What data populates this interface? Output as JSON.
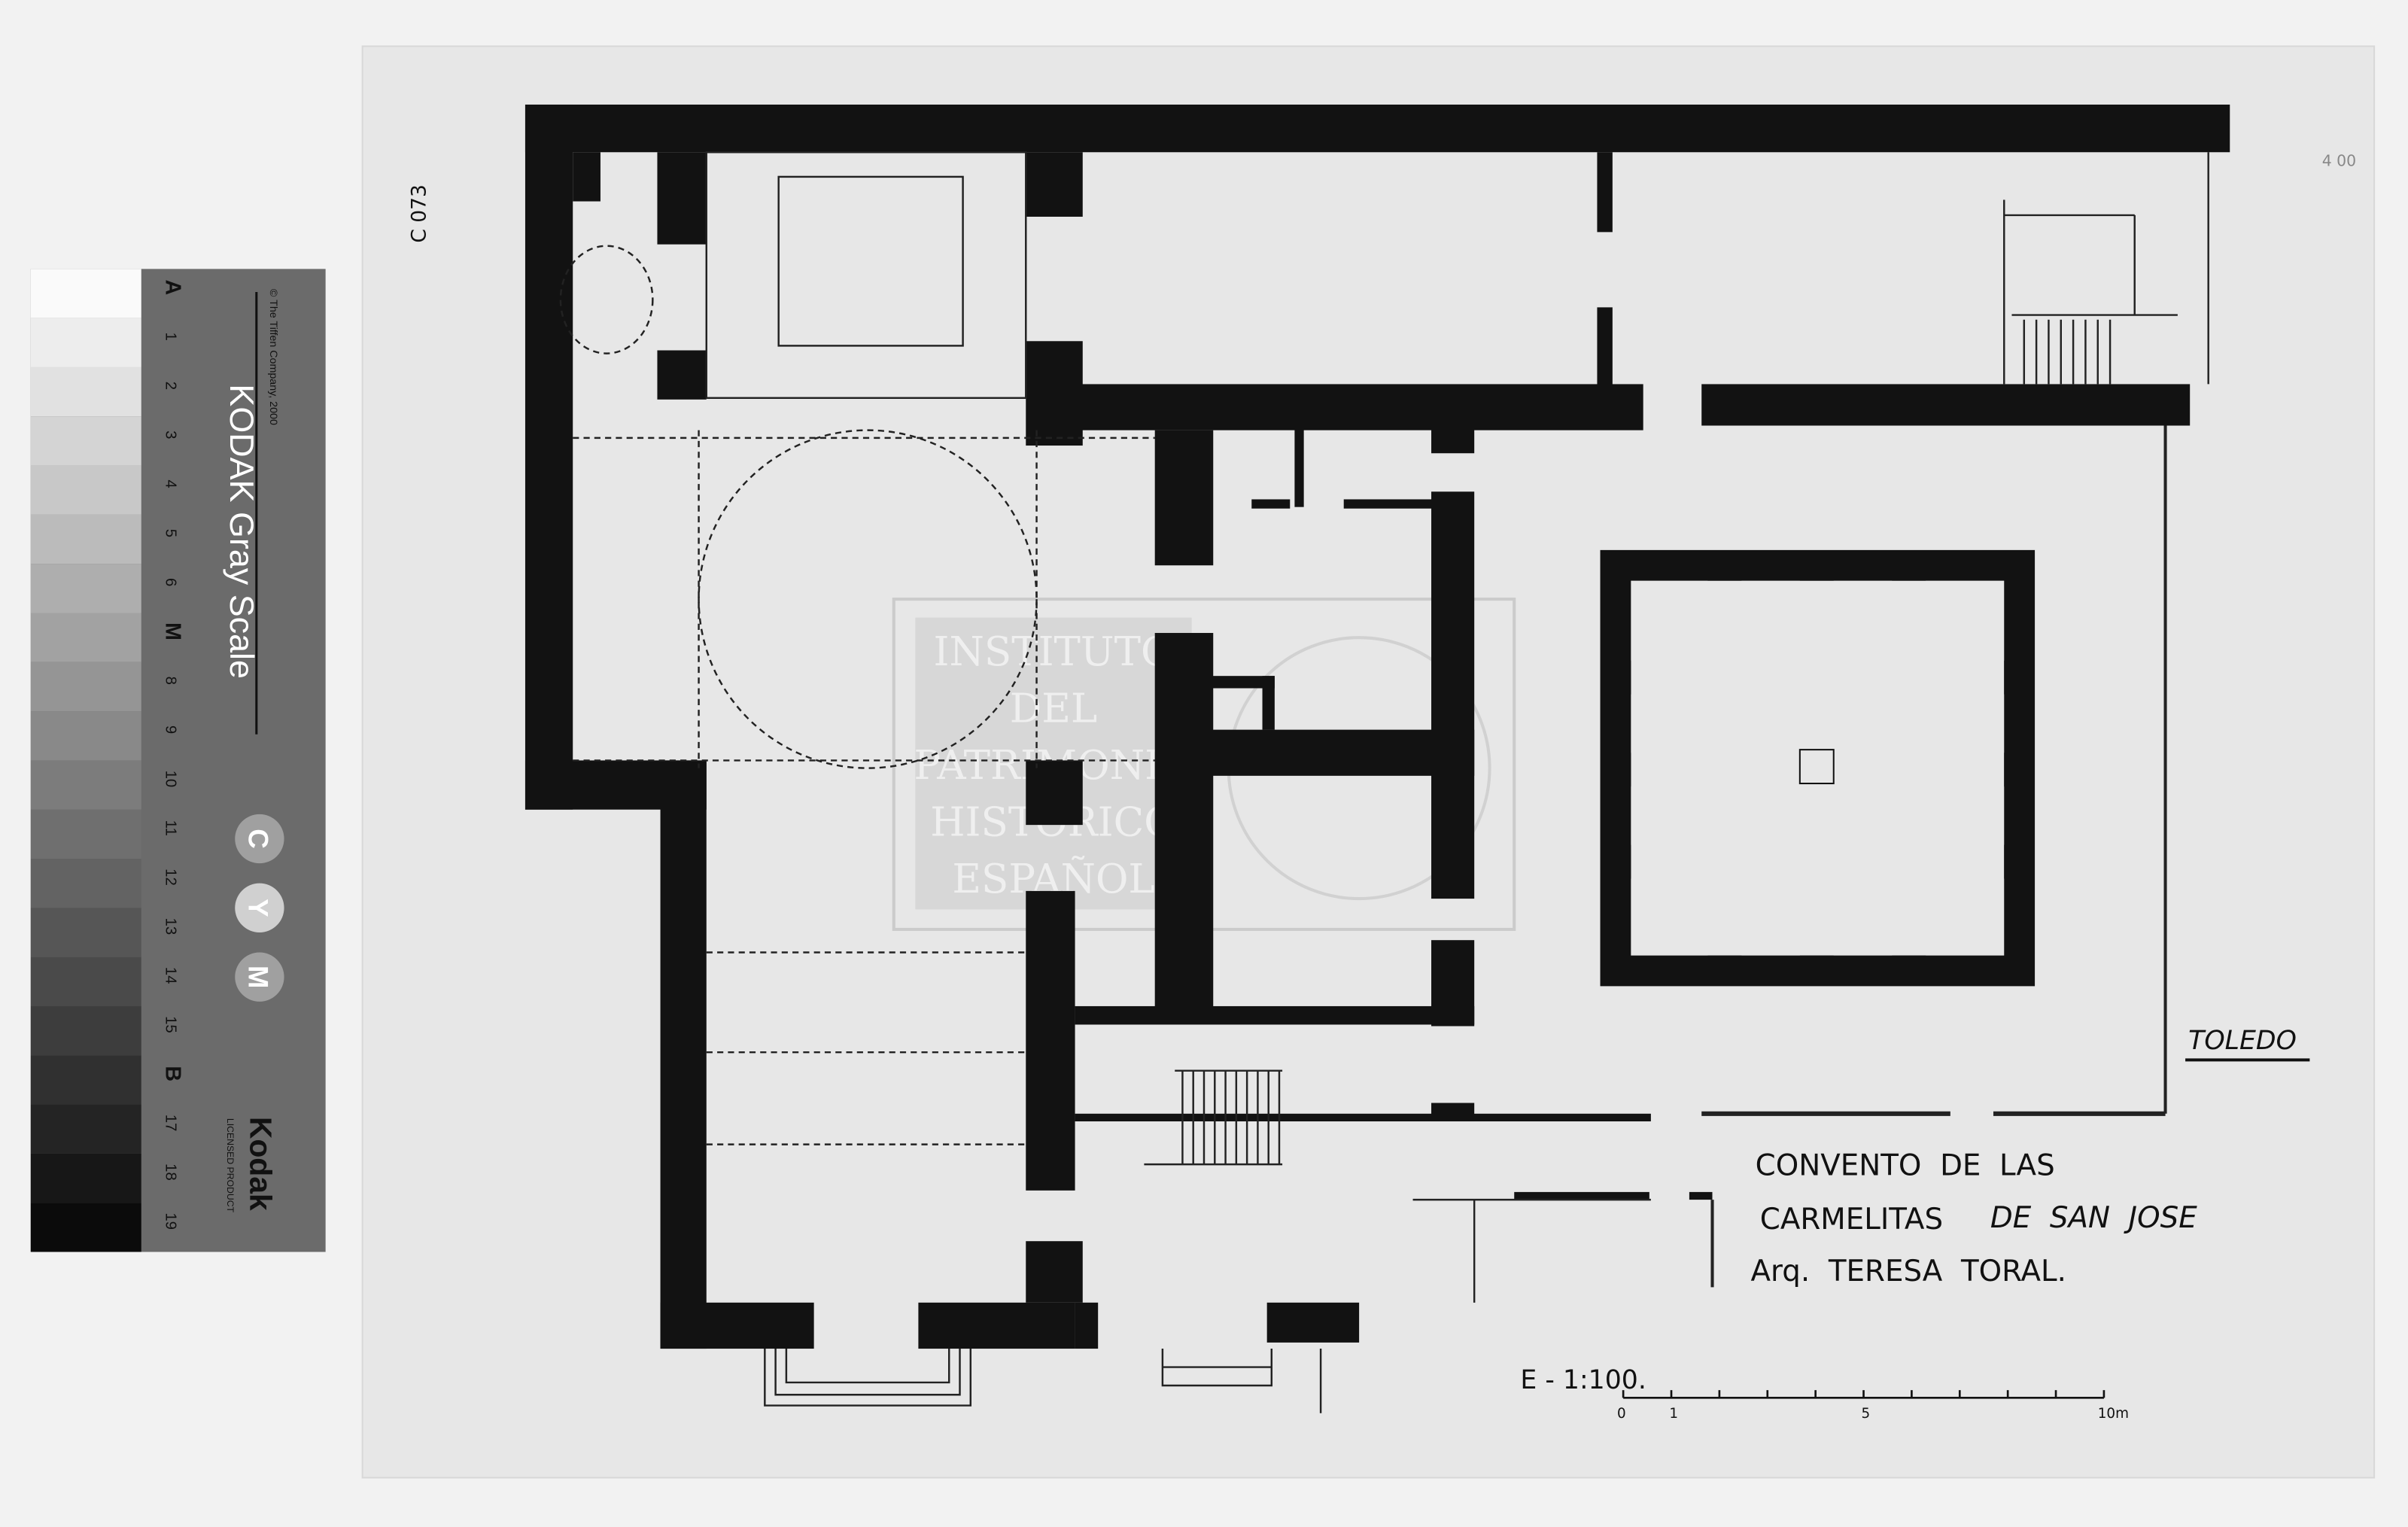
{
  "gray_card": {
    "copyright": "© The Tiffen Company, 2000",
    "title": "KODAK Gray Scale",
    "steps": [
      "A",
      "1",
      "2",
      "3",
      "4",
      "5",
      "6",
      "M",
      "8",
      "9",
      "10",
      "11",
      "12",
      "13",
      "14",
      "15",
      "B",
      "17",
      "18",
      "19"
    ],
    "badges": [
      "C",
      "Y",
      "M"
    ],
    "brand": "Kodak",
    "license": "LICENSED PRODUCT"
  },
  "drawing": {
    "catalog_code": "C 073",
    "sheet_mark": "4 00",
    "city": "TOLEDO",
    "title_line1": "CONVENTO  DE  LAS",
    "title_line2_a": "CARMELITAS",
    "title_line2_b": "DE  SAN  JOSE",
    "architect": "Arq.  TERESA  TORAL.",
    "scale_label": "E - 1:100.",
    "scale_ticks": [
      "0",
      "1",
      "5",
      "10m"
    ],
    "watermark": [
      "INSTITUTO",
      "DEL",
      "PATRIMONIO",
      "HISTÓRICO",
      "ESPAÑOL"
    ]
  }
}
